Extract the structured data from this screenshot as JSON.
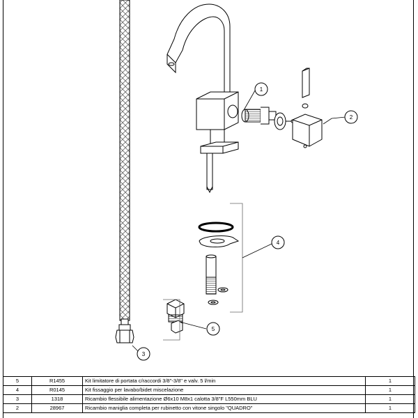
{
  "callouts": [
    "1",
    "2",
    "3",
    "4",
    "5"
  ],
  "parts": [
    {
      "pos": "5",
      "code": "R1455",
      "description": "Kit limitatore di portata c/raccordi 3/8\"-3/8\" e valv. 5 l/min",
      "qty": "1"
    },
    {
      "pos": "4",
      "code": "R0145",
      "description": "Kit fissaggio per lavabo/bidet miscelazione",
      "qty": "1"
    },
    {
      "pos": "3",
      "code": "1318",
      "description": "Ricambio flessibile alimentazione Ø6x10 M8x1 calotta 3/8\"F L550mm BLU",
      "qty": "1"
    },
    {
      "pos": "2",
      "code": "28967",
      "description": "Ricambio maniglia completa per rubinetto con vitone singolo \"QUADRO\"",
      "qty": "1"
    }
  ],
  "colors": {
    "line": "#000000",
    "hose": "#555555"
  }
}
